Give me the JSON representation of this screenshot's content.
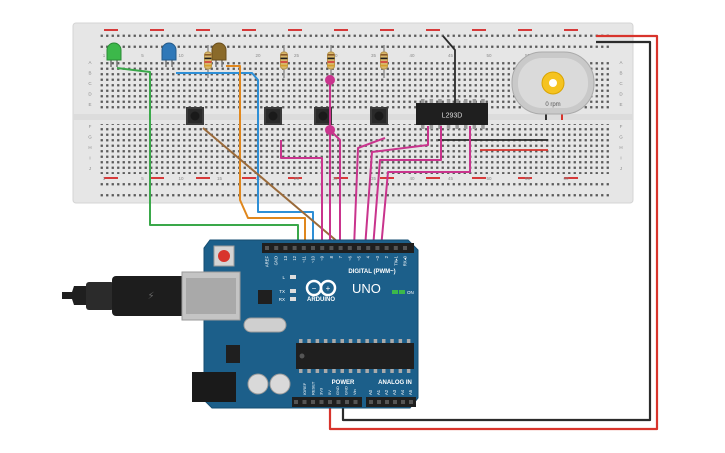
{
  "breadboard": {
    "column_numbers": [
      "1",
      "5",
      "10",
      "15",
      "20",
      "25",
      "30",
      "35",
      "40",
      "45",
      "50",
      "55",
      "60"
    ],
    "row_letters_top": [
      "A",
      "B",
      "C",
      "D",
      "E"
    ],
    "row_letters_bottom": [
      "F",
      "G",
      "H",
      "I",
      "J"
    ]
  },
  "motor_driver": {
    "label": "L293D"
  },
  "motor": {
    "speed_label": "0 rpm"
  },
  "arduino": {
    "brand": "ARDUINO",
    "model": "UNO",
    "digital_header_label": "DIGITAL (PWM~)",
    "digital_pins": [
      "AREF",
      "GND",
      "13",
      "12",
      "~11",
      "~10",
      "~9",
      "8",
      "7",
      "~6",
      "~5",
      "4",
      "~3",
      "2",
      "TX▸1",
      "RX◂0"
    ],
    "power_label": "POWER",
    "power_pins": [
      "IOREF",
      "RESET",
      "3V3",
      "5V",
      "GND",
      "GND",
      "Vin"
    ],
    "analog_label": "ANALOG IN",
    "analog_pins": [
      "A0",
      "A1",
      "A2",
      "A3",
      "A4",
      "A5"
    ],
    "led_labels": {
      "l": "L",
      "tx": "TX",
      "rx": "RX",
      "on": "ON"
    }
  },
  "colors": {
    "breadboard": "#e9e9e9",
    "board": "#1c5f8a",
    "rail_red": "#d63a3a",
    "wire_red": "#d8342c",
    "wire_black": "#2b2b2b",
    "wire_green": "#3aa84a",
    "wire_blue": "#2e8fd6",
    "wire_orange": "#e0871d",
    "wire_brown": "#9a6a3a",
    "wire_magenta": "#c9348d",
    "led_green": "#3cb84a",
    "led_blue": "#2f78b8",
    "led_brown": "#8a6a2a"
  }
}
